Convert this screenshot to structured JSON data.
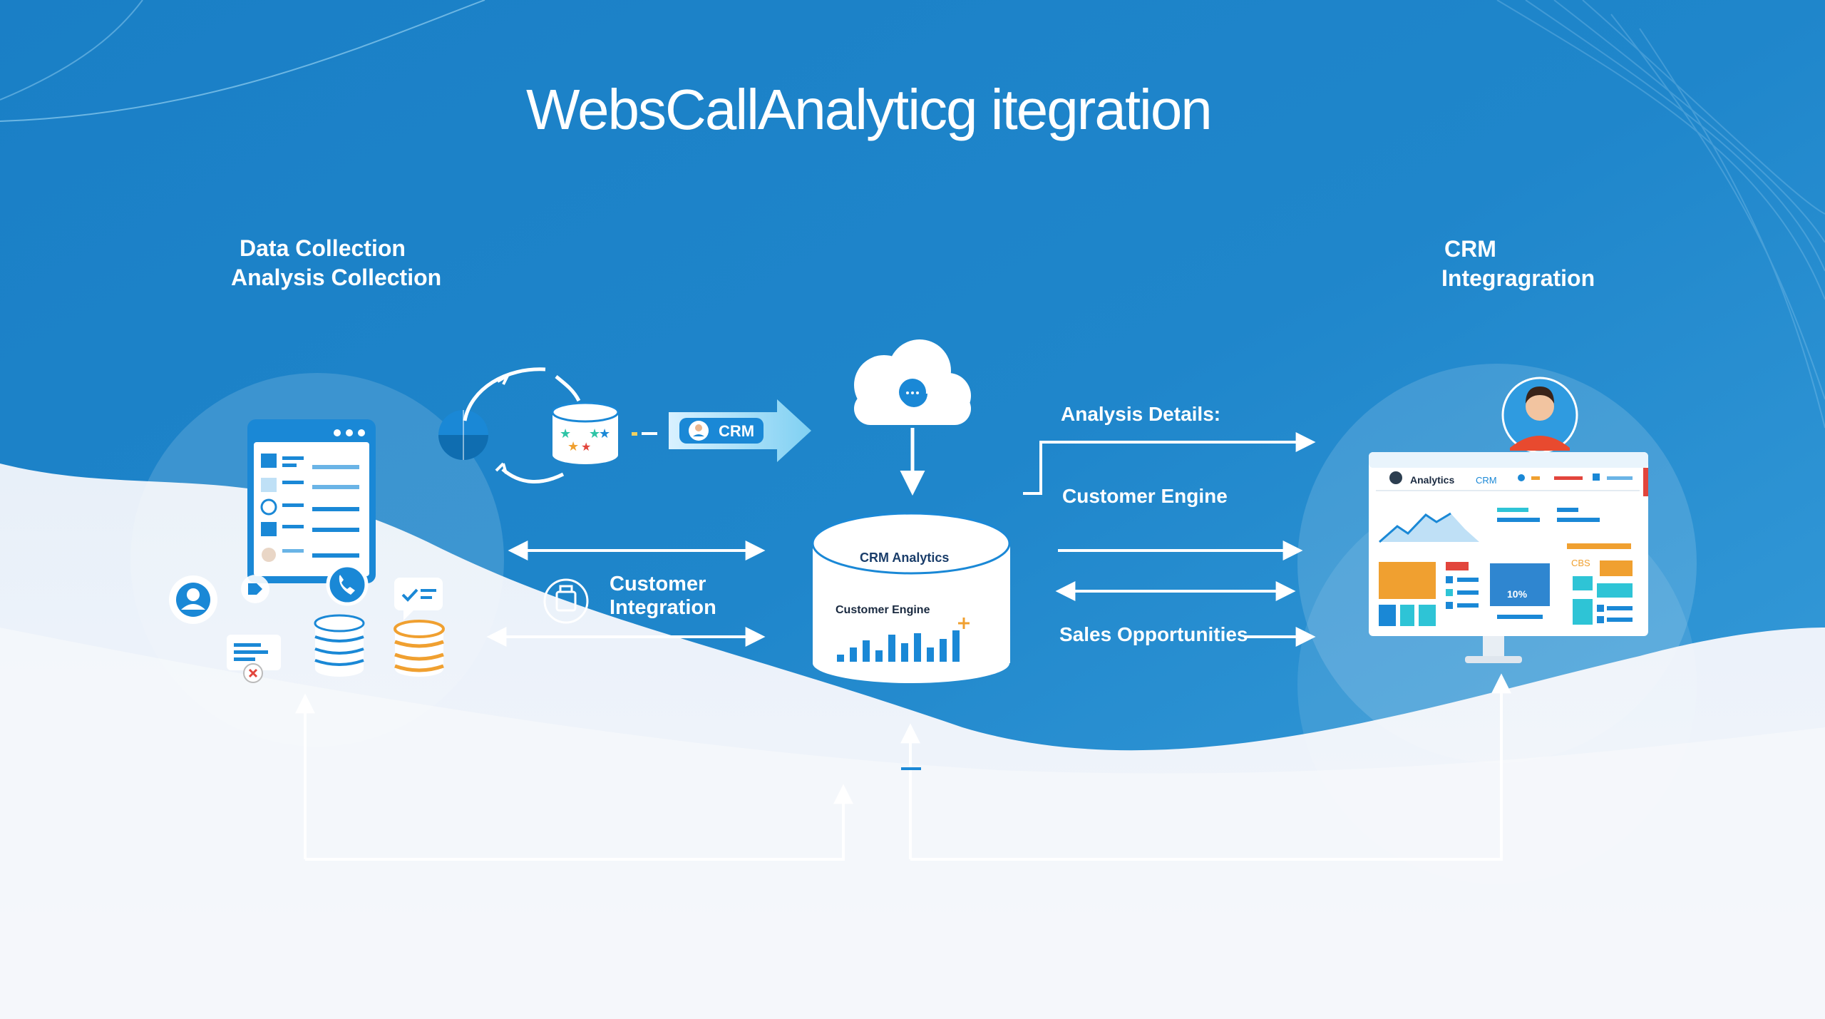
{
  "title": "WebsCallAnalyticg itegration",
  "left_section": {
    "line1": "Data Collection",
    "line2": "Analysis Collection"
  },
  "right_section": {
    "line1": "CRM",
    "line2": "Integragration"
  },
  "crm_tag": "CRM",
  "database_labels": {
    "top": "CRM Analytics",
    "inner": "Customer Engine"
  },
  "customer_integration": {
    "line1": "Customer",
    "line2": "Integration"
  },
  "flow_labels": {
    "analysis_details": "Analysis Details:",
    "customer_engine": "Customer Engine",
    "sales_opportunities": "Sales Opportunities"
  },
  "dashboard": {
    "analytics": "Analytics",
    "crm": "CRM",
    "cbs": "CBS",
    "percent": "10%"
  },
  "colors": {
    "background_top": "#1c82c8",
    "background_light": "#eef3fa",
    "accent_blue": "#1a88d6",
    "accent_orange": "#f0a030",
    "accent_red": "#e2453c",
    "accent_teal": "#2ec4d6"
  },
  "icons": [
    "browser-form-icon",
    "user-icon",
    "phone-icon",
    "chat-check-icon",
    "document-icon",
    "database-icon",
    "globe-icon",
    "cycle-arrows-icon",
    "cloud-icon",
    "handshake-icon",
    "person-avatar-icon",
    "monitor-icon"
  ]
}
